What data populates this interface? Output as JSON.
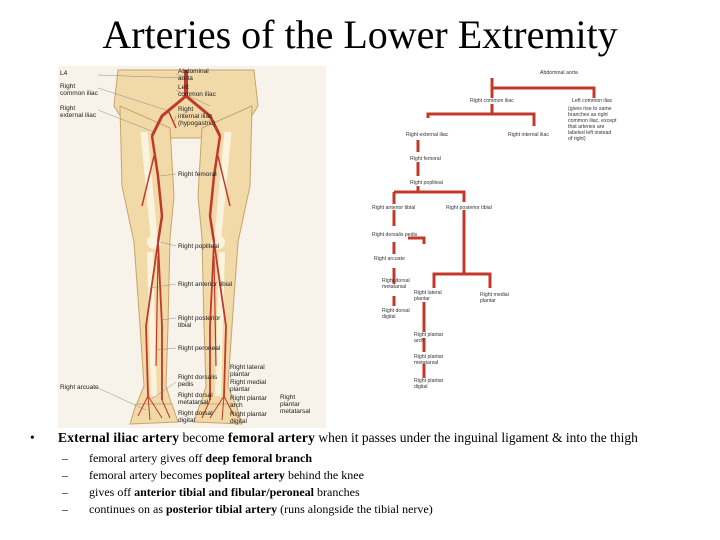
{
  "title": "Arteries of the Lower Extremity",
  "anatomy": {
    "left_labels": [
      "L4",
      "Right\ncommon iliac",
      "Right\nexternal iliac",
      "Right arcuate"
    ],
    "right_labels": [
      "Abdominal\naorta",
      "Left\ncommon iliac",
      "Right\ninternal iliac\n(hypogastric)",
      "Right femoral",
      "Right popliteal",
      "Right anterior tibial",
      "Right posterior tibial",
      "Right peroneal",
      "Right dorsalis\npedis",
      "Right dorsal\nmetatarsal",
      "Right dorsal\ndigital"
    ],
    "right_labels_2": [
      "Right lateral\nplantar",
      "Right medial\nplantar",
      "Right plantar\narch",
      "Right plantar\ndigital",
      "Right\nplantar\nmetatarsal"
    ]
  },
  "flow": {
    "nodes": {
      "aorta": "Abdominal aorta",
      "r_common_iliac": "Right common iliac",
      "l_common_iliac": "Left common iliac",
      "ext_iliac": "Right external iliac",
      "int_iliac": "Right internal iliac",
      "femoral": "Right femoral",
      "popliteal": "Right popliteal",
      "ant_tibial": "Right anterior tibial",
      "post_tibial": "Right posterior tibial",
      "dorsalis_pedis": "Right dorsalis pedis",
      "arcuate": "Right arcuate",
      "dorsal_metatarsal": "Right dorsal\nmetatarsal",
      "lateral_plantar": "Right lateral\nplantar",
      "medial_plantar": "Right medial\nplantar",
      "dorsal_digital": "Right dorsal\ndigital",
      "plantar_arch": "Right plantar\narch",
      "plantar_metatarsal": "Right plantar\nmetatarsal",
      "plantar_digital": "Right plantar\ndigital"
    },
    "note": "(gives rise to same\nbranches as right\ncommon iliac, except\nthat arteries are\nlabeled left instead\nof right)"
  },
  "bullets": {
    "main": {
      "b1": "External iliac artery",
      "t1": " become ",
      "b2": "femoral artery",
      "t2": " when it passes under the inguinal ligament & into the thigh"
    },
    "dash": "–",
    "dot": "•",
    "subs": [
      {
        "pre": "femoral artery gives off ",
        "bold": "deep femoral branch",
        "post": ""
      },
      {
        "pre": "femoral artery becomes ",
        "bold": "popliteal artery",
        "post": " behind the knee"
      },
      {
        "pre": "gives off ",
        "bold": "anterior tibial and fibular/peroneal",
        "post": " branches"
      },
      {
        "pre": "continues on as ",
        "bold": "posterior tibial artery",
        "post": " (runs alongside the tibial nerve)"
      }
    ]
  },
  "colors": {
    "artery": "#c0392b",
    "skin": "#f2d9a8",
    "bone": "#fbf3dd"
  }
}
